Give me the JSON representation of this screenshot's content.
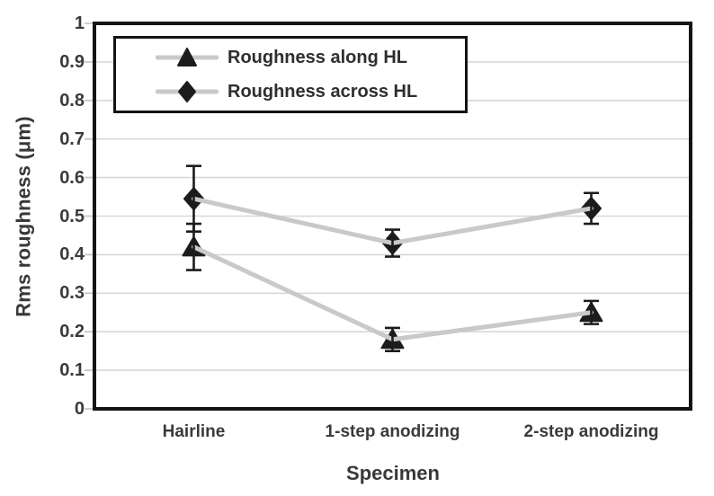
{
  "figure": {
    "background": "#ffffff"
  },
  "chart_data": {
    "type": "line",
    "title": "",
    "xlabel": "Specimen",
    "ylabel": "Rms roughness (μm)",
    "categories": [
      "Hairline",
      "1-step anodizing",
      "2-step anodizing"
    ],
    "series": [
      {
        "name": "Roughness along HL",
        "marker": "triangle",
        "values": [
          0.42,
          0.18,
          0.25
        ],
        "errors": [
          0.06,
          0.03,
          0.03
        ]
      },
      {
        "name": "Roughness across HL",
        "marker": "diamond",
        "values": [
          0.545,
          0.43,
          0.52
        ],
        "errors": [
          0.085,
          0.035,
          0.04
        ]
      }
    ],
    "ylim": [
      0,
      1
    ],
    "yticks": [
      0,
      0.1,
      0.2,
      0.3,
      0.4,
      0.5,
      0.6,
      0.7,
      0.8,
      0.9,
      1
    ],
    "ytick_labels": [
      "0",
      "0.1",
      "0.2",
      "0.3",
      "0.4",
      "0.5",
      "0.6",
      "0.7",
      "0.8",
      "0.9",
      "1"
    ],
    "grid": "horizontal",
    "legend_position": "top-left-inside",
    "colors": {
      "series_line": "#c9c9c9",
      "marker": "#1c1c1c",
      "error_bar": "#1c1c1c",
      "gridline": "#d8d8d8",
      "tick": "#c8c8c8",
      "axis_border": "#141414",
      "text": "#3a3a3a"
    }
  }
}
